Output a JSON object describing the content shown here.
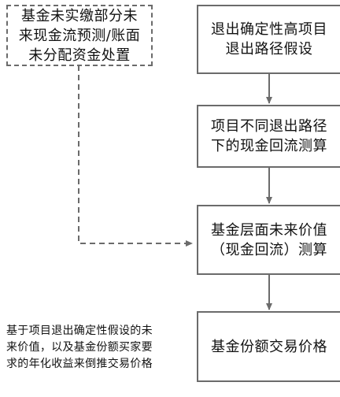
{
  "boxes": {
    "side_note_box": {
      "lines": [
        "基金未实缴部分未",
        "来现金流预测/账面",
        "未分配资金处置"
      ]
    },
    "step1": {
      "lines": [
        "退出确定性高项目",
        "退出路径假设"
      ]
    },
    "step2": {
      "lines": [
        "项目不同退出路径",
        "下的现金回流测算"
      ]
    },
    "step3": {
      "lines": [
        "基金层面未来价值",
        "（现金回流）测算"
      ]
    },
    "step4": {
      "lines": [
        "基金份额交易价格"
      ]
    }
  },
  "annotation": {
    "lines": [
      "基于项目退出确定性假设的未",
      "来价值，以及基金份额买家要",
      "求的年化收益来倒推交易价格"
    ]
  },
  "colors": {
    "border": "#6b6b6b",
    "arrow": "#6b6b6b",
    "text": "#111111"
  }
}
